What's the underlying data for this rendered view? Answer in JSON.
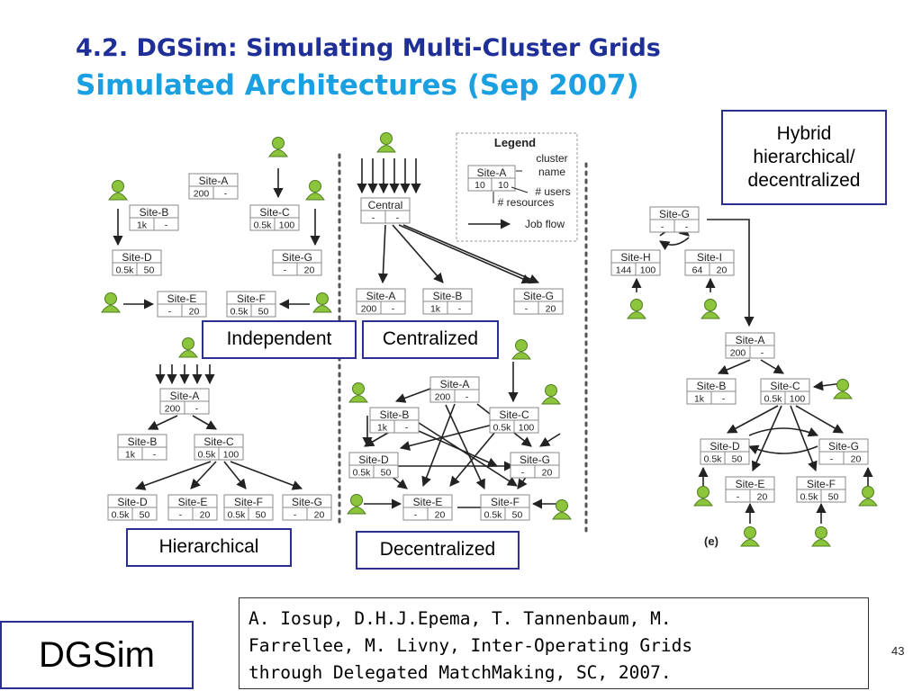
{
  "slide": {
    "title_line1": "4.2. DGSim: Simulating Multi-Cluster Grids",
    "title_line2": "Simulated Architectures (Sep 2007)",
    "page_number": "43",
    "logo_label": "DGSim",
    "reference_lines": [
      "A. Iosup, D.H.J.Epema, T. Tannenbaum, M.",
      "Farrellee, M. Livny, Inter-Operating Grids",
      "through Delegated MatchMaking, SC, 2007."
    ]
  },
  "captions": {
    "independent": "Independent",
    "centralized": "Centralized",
    "hierarchical": "Hierarchical",
    "decentralized": "Decentralized",
    "hybrid_lines": [
      "Hybrid",
      "hierarchical/",
      "decentralized"
    ]
  },
  "legend": {
    "title": "Legend",
    "example_name": "Site-A",
    "example_v1": "10",
    "example_v2": "10",
    "label_cluster": "cluster",
    "label_name": "name",
    "label_users": "# users",
    "label_resources": "# resources",
    "label_jobflow": "Job flow",
    "panel_tag": "(e)"
  },
  "colors": {
    "title_dark": "#1f2f98",
    "title_light": "#1aa0e0",
    "user_fill": "#8cc43c",
    "user_stroke": "#4f7d1e",
    "node_stroke": "#888888",
    "caption_border": "#2b2f8f"
  },
  "nodes": [
    {
      "id": "i-A",
      "name": "Site-A",
      "v1": "200",
      "v2": "-"
    },
    {
      "id": "i-B",
      "name": "Site-B",
      "v1": "1k",
      "v2": "-"
    },
    {
      "id": "i-C",
      "name": "Site-C",
      "v1": "0.5k",
      "v2": "100"
    },
    {
      "id": "i-D",
      "name": "Site-D",
      "v1": "0.5k",
      "v2": "50"
    },
    {
      "id": "i-G",
      "name": "Site-G",
      "v1": "-",
      "v2": "20"
    },
    {
      "id": "i-E",
      "name": "Site-E",
      "v1": "-",
      "v2": "20"
    },
    {
      "id": "i-F",
      "name": "Site-F",
      "v1": "0.5k",
      "v2": "50"
    },
    {
      "id": "c-C",
      "name": "Central",
      "v1": "-",
      "v2": "-"
    },
    {
      "id": "c-A",
      "name": "Site-A",
      "v1": "200",
      "v2": "-"
    },
    {
      "id": "c-B",
      "name": "Site-B",
      "v1": "1k",
      "v2": "-"
    },
    {
      "id": "c-G",
      "name": "Site-G",
      "v1": "-",
      "v2": "20"
    },
    {
      "id": "h-A",
      "name": "Site-A",
      "v1": "200",
      "v2": "-"
    },
    {
      "id": "h-B",
      "name": "Site-B",
      "v1": "1k",
      "v2": "-"
    },
    {
      "id": "h-C",
      "name": "Site-C",
      "v1": "0.5k",
      "v2": "100"
    },
    {
      "id": "h-D",
      "name": "Site-D",
      "v1": "0.5k",
      "v2": "50"
    },
    {
      "id": "h-E",
      "name": "Site-E",
      "v1": "-",
      "v2": "20"
    },
    {
      "id": "h-F",
      "name": "Site-F",
      "v1": "0.5k",
      "v2": "50"
    },
    {
      "id": "h-G",
      "name": "Site-G",
      "v1": "-",
      "v2": "20"
    },
    {
      "id": "d-A",
      "name": "Site-A",
      "v1": "200",
      "v2": "-"
    },
    {
      "id": "d-B",
      "name": "Site-B",
      "v1": "1k",
      "v2": "-"
    },
    {
      "id": "d-C",
      "name": "Site-C",
      "v1": "0.5k",
      "v2": "100"
    },
    {
      "id": "d-D",
      "name": "Site-D",
      "v1": "0.5k",
      "v2": "50"
    },
    {
      "id": "d-G",
      "name": "Site-G",
      "v1": "-",
      "v2": "20"
    },
    {
      "id": "d-E",
      "name": "Site-E",
      "v1": "-",
      "v2": "20"
    },
    {
      "id": "d-F",
      "name": "Site-F",
      "v1": "0.5k",
      "v2": "50"
    },
    {
      "id": "y-G",
      "name": "Site-G",
      "v1": "-",
      "v2": "-"
    },
    {
      "id": "y-H",
      "name": "Site-H",
      "v1": "144",
      "v2": "100"
    },
    {
      "id": "y-I",
      "name": "Site-I",
      "v1": "64",
      "v2": "20"
    },
    {
      "id": "y-A",
      "name": "Site-A",
      "v1": "200",
      "v2": "-"
    },
    {
      "id": "y-B",
      "name": "Site-B",
      "v1": "1k",
      "v2": "-"
    },
    {
      "id": "y-C",
      "name": "Site-C",
      "v1": "0.5k",
      "v2": "100"
    },
    {
      "id": "y-D",
      "name": "Site-D",
      "v1": "0.5k",
      "v2": "50"
    },
    {
      "id": "y-G2",
      "name": "Site-G",
      "v1": "-",
      "v2": "20"
    },
    {
      "id": "y-E",
      "name": "Site-E",
      "v1": "-",
      "v2": "20"
    },
    {
      "id": "y-F",
      "name": "Site-F",
      "v1": "0.5k",
      "v2": "50"
    }
  ]
}
